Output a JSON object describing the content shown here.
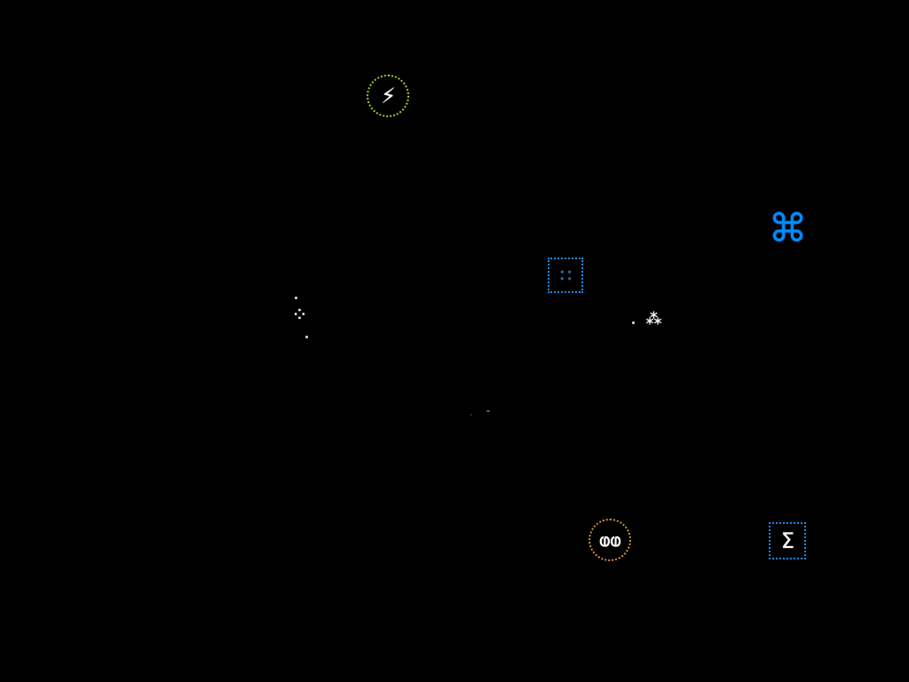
{
  "palette": {
    "background": "#000000",
    "green_ring": "#9acd32",
    "blue_box": "#1e88e5",
    "orange_ring": "#d4913a",
    "glyph": "#ffffff"
  },
  "entities": [
    {
      "id": "lightning-orb",
      "shape": "ring",
      "color": "#9acd32",
      "icon": "lightning-icon",
      "glyph": "⚡"
    },
    {
      "id": "command-node",
      "shape": "free",
      "color": "#1e88e5",
      "icon": "command-key-icon",
      "glyph": "⌘"
    },
    {
      "id": "blue-crate",
      "shape": "box",
      "color": "#1e88e5",
      "icon": "grid-crate-icon",
      "glyph": "∷"
    },
    {
      "id": "white-sprite-left",
      "shape": "free",
      "color": "#ffffff",
      "icon": "sprite-icon",
      "glyph": "⁘"
    },
    {
      "id": "white-sprite-right",
      "shape": "free",
      "color": "#ffffff",
      "icon": "sprite-icon",
      "glyph": "⁂"
    },
    {
      "id": "twin-walker-orb",
      "shape": "ring",
      "color": "#d4913a",
      "icon": "walker-pair-icon",
      "glyph": "ⱷⱷ"
    },
    {
      "id": "sigma-box",
      "shape": "box",
      "color": "#1e88e5",
      "icon": "sigma-icon",
      "glyph": "Σ"
    }
  ]
}
